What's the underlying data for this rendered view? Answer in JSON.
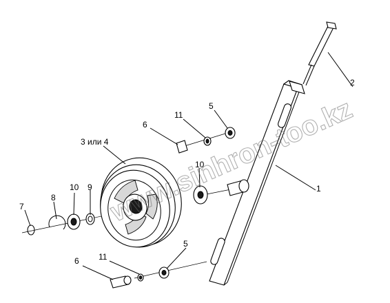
{
  "diagram": {
    "watermark": "www.sinhron-too.kz",
    "callouts": {
      "c1": "1",
      "c2": "2",
      "c3": "3 или 4",
      "c5a": "5",
      "c5b": "5",
      "c6a": "6",
      "c6b": "6",
      "c7": "7",
      "c8": "8",
      "c9": "9",
      "c10a": "10",
      "c10b": "10",
      "c11a": "11",
      "c11b": "11"
    },
    "colors": {
      "ink": "#000000",
      "watermark": "#6f6f6f",
      "background": "#ffffff"
    }
  }
}
